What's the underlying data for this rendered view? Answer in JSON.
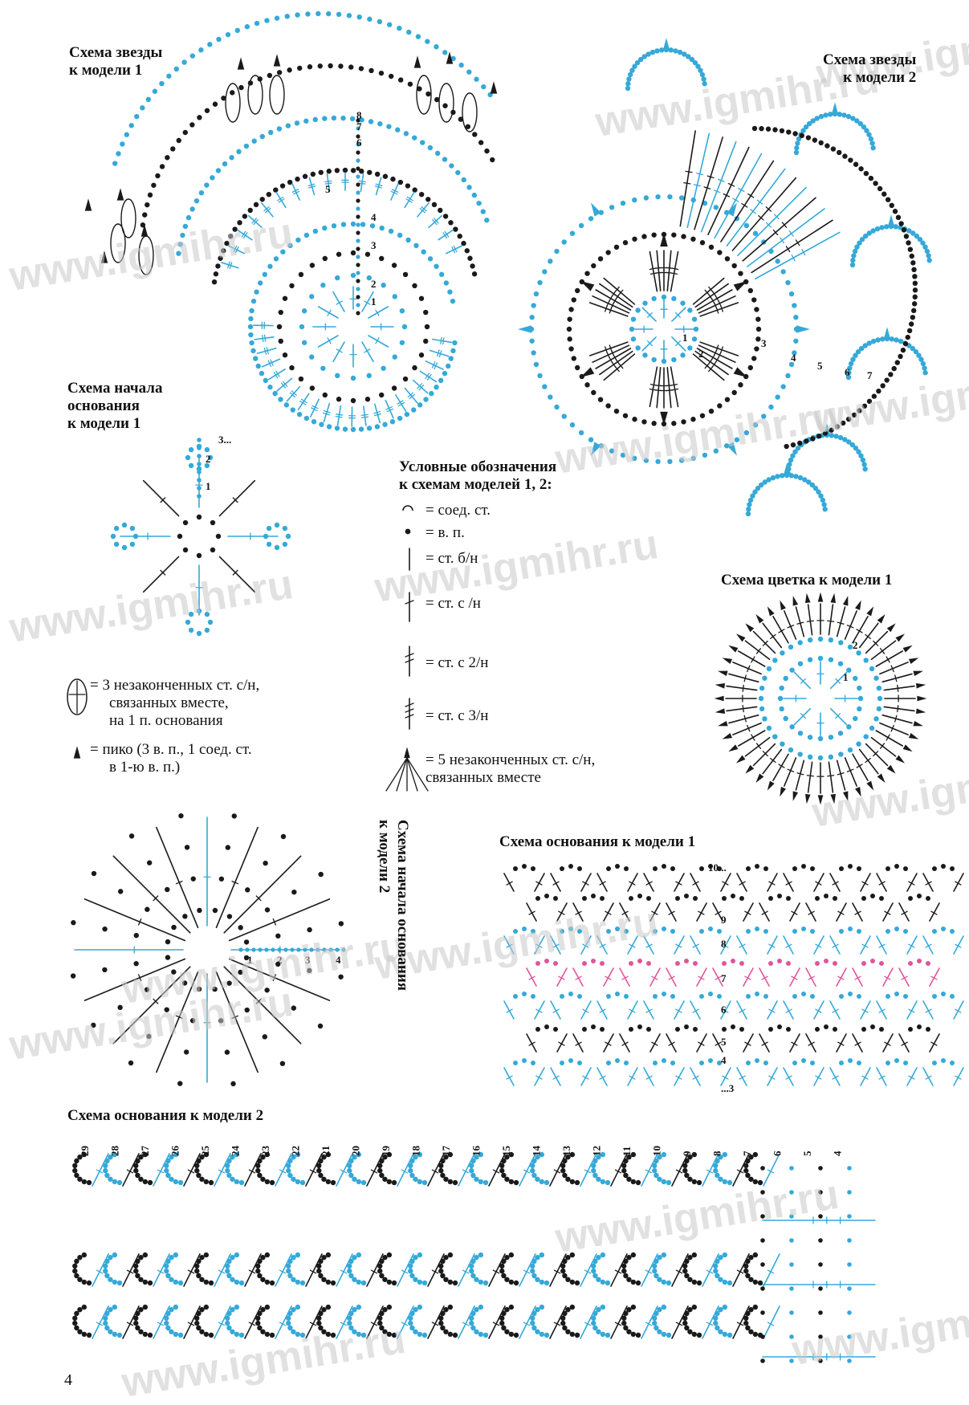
{
  "titles": {
    "star1": [
      "Схема звезды",
      "к модели 1"
    ],
    "star2": [
      "Схема звезды",
      "к модели 2"
    ],
    "base_start1": [
      "Схема начала",
      "основания",
      "к модели 1"
    ],
    "legend_title": [
      "Условные обозначения",
      "к схемам моделей 1, 2:"
    ],
    "flower1": "Схема цветка к модели 1",
    "base1": "Схема основания к модели 1",
    "base_start2": [
      "Схема начала основания",
      "к модели 2"
    ],
    "base2": "Схема основания к модели 2"
  },
  "legend": {
    "slip": "= соед. ст.",
    "chain": "= в. п.",
    "sc": "= ст. б/н",
    "dc": "= ст. с /н",
    "tr": "= ст. с 2/н",
    "dtr": "= ст. с 3/н",
    "cluster5": [
      "= 5 незаконченных ст. с/н,",
      "связанных вместе"
    ],
    "cluster3": [
      "= 3 незаконченных ст. с/н,",
      "связанных вместе,",
      "на 1 п. основания"
    ],
    "picot": [
      "= пико (3 в. п., 1 соед. ст.",
      "в 1-ю в. п.)"
    ]
  },
  "row_numbers": {
    "star1": [
      "1",
      "2",
      "3",
      "4",
      "5",
      "6",
      "7",
      "8"
    ],
    "star2": [
      "1",
      "2",
      "3",
      "4",
      "5",
      "6",
      "7"
    ],
    "base_start1": [
      "1",
      "2",
      "3..."
    ],
    "flower1": [
      "1",
      "2"
    ],
    "base1": [
      "10...",
      "9",
      "8",
      "7",
      "6",
      "5",
      "4",
      "...3"
    ],
    "base_start2": [
      "1",
      "2",
      "3",
      "4"
    ],
    "base2": [
      "29",
      "28",
      "27",
      "26",
      "25",
      "24",
      "23",
      "22",
      "21",
      "20",
      "19",
      "18",
      "17",
      "16",
      "15",
      "14",
      "13",
      "12",
      "11",
      "10",
      "9",
      "8",
      "7",
      "6",
      "5",
      "4"
    ]
  },
  "watermark": "www.igmihr.ru",
  "page_number": "4",
  "colors": {
    "blue": "#35a9d8",
    "black": "#1a1a1a",
    "pink": "#e0559a",
    "watermark": "#c9c9c9"
  }
}
